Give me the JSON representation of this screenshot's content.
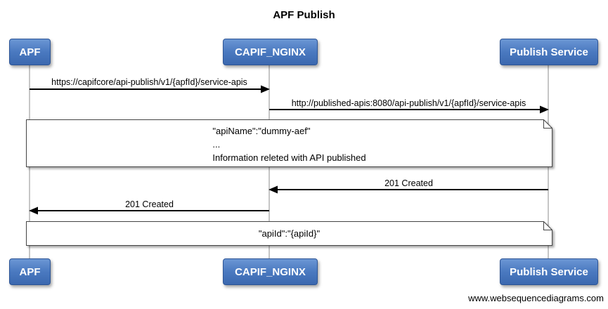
{
  "title": "APF Publish",
  "actors": [
    {
      "name": "APF"
    },
    {
      "name": "CAPIF_NGINX"
    },
    {
      "name": "Publish Service"
    }
  ],
  "messages": [
    {
      "from": "APF",
      "to": "CAPIF_NGINX",
      "label": "https://capifcore/api-publish/v1/{apfId}/service-apis"
    },
    {
      "from": "CAPIF_NGINX",
      "to": "Publish Service",
      "label": "http://published-apis:8080/api-publish/v1/{apfId}/service-apis"
    },
    {
      "from": "Publish Service",
      "to": "CAPIF_NGINX",
      "label": "201 Created"
    },
    {
      "from": "CAPIF_NGINX",
      "to": "APF",
      "label": "201 Created"
    }
  ],
  "notes": [
    {
      "lines": [
        "\"apiName\":\"dummy-aef\"",
        "...",
        "Information releted with API published"
      ]
    },
    {
      "lines": [
        "\"apiId\":\"{apiId}\""
      ]
    }
  ],
  "footer": "www.websequencediagrams.com",
  "colors": {
    "actor_fill_top": "#6b96d4",
    "actor_fill_bottom": "#3b68af",
    "actor_border": "#2d5596",
    "lifeline": "#8c8c8c",
    "message_arrow": "#000000",
    "note_fill": "#ffffff",
    "note_border": "#444444"
  }
}
